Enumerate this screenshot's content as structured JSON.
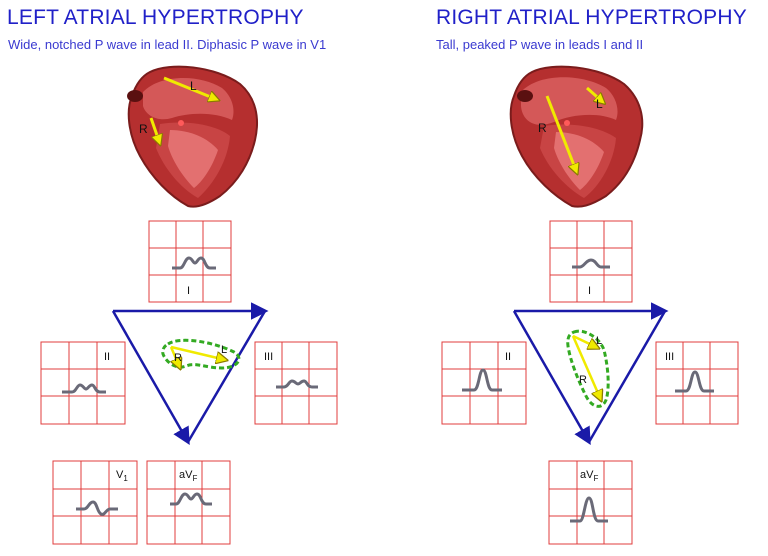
{
  "left": {
    "title": "LEFT ATRIAL HYPERTROPHY",
    "subtitle": "Wide, notched P wave in lead II. Diphasic P wave in V1",
    "heart_labels": {
      "left_atrium": "L",
      "right_atrium": "R"
    },
    "vector_labels": {
      "left": "L",
      "right": "R"
    },
    "leads": {
      "lead_I": "I",
      "lead_II": "II",
      "lead_III": "III",
      "lead_V1_main": "V",
      "lead_V1_sub": "1",
      "lead_aVF_main": "aV",
      "lead_aVF_sub": "F"
    }
  },
  "right": {
    "title": "RIGHT ATRIAL HYPERTROPHY",
    "subtitle": "Tall, peaked P wave in leads I and II",
    "heart_labels": {
      "left_atrium": "L",
      "right_atrium": "R"
    },
    "vector_labels": {
      "left": "L",
      "right": "R"
    },
    "leads": {
      "lead_I": "I",
      "lead_II": "II",
      "lead_III": "III",
      "lead_aVF_main": "aV",
      "lead_aVF_sub": "F"
    }
  },
  "colors": {
    "title": "#2020c8",
    "grid": "#e03c3c",
    "waveform": "#6a6a78",
    "triangle": "#1a1aa8",
    "vector": "#f0ea00",
    "loop": "#33aa22",
    "heart": "#c23a3a"
  }
}
